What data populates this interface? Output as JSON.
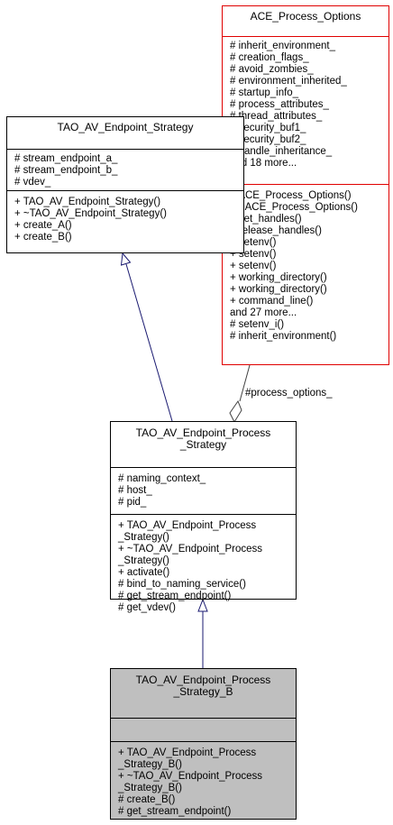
{
  "classes": {
    "options": {
      "title": "ACE_Process_Options",
      "attributes": [
        "# inherit_environment_",
        "# creation_flags_",
        "# avoid_zombies_",
        "# environment_inherited_",
        "# startup_info_",
        "# process_attributes_",
        "# thread_attributes_",
        "# security_buf1_",
        "# security_buf2_",
        "# handle_inheritance_",
        "and 18 more..."
      ],
      "operations": [
        "+ ACE_Process_Options()",
        "+ ~ACE_Process_Options()",
        "+ set_handles()",
        "+ release_handles()",
        "+ setenv()",
        "+ setenv()",
        "+ setenv()",
        "+ working_directory()",
        "+ working_directory()",
        "+ command_line()",
        "and 27 more...",
        "# setenv_i()",
        "# inherit_environment()"
      ]
    },
    "strategy": {
      "title": "TAO_AV_Endpoint_Strategy",
      "attributes": [
        "# stream_endpoint_a_",
        "# stream_endpoint_b_",
        "# vdev_"
      ],
      "operations": [
        "+ TAO_AV_Endpoint_Strategy()",
        "+ ~TAO_AV_Endpoint_Strategy()",
        "+ create_A()",
        "+ create_B()"
      ]
    },
    "process": {
      "title_lines": [
        "TAO_AV_Endpoint_Process",
        "_Strategy"
      ],
      "attributes": [
        "# naming_context_",
        "# host_",
        "# pid_"
      ],
      "operations": [
        "+ TAO_AV_Endpoint_Process",
        "_Strategy()",
        "+ ~TAO_AV_Endpoint_Process",
        "_Strategy()",
        "+ activate()",
        "# bind_to_naming_service()",
        "# get_stream_endpoint()",
        "# get_vdev()"
      ]
    },
    "process_b": {
      "title_lines": [
        "TAO_AV_Endpoint_Process",
        "_Strategy_B"
      ],
      "attributes": [],
      "operations": [
        "+ TAO_AV_Endpoint_Process",
        "_Strategy_B()",
        "+ ~TAO_AV_Endpoint_Process",
        "_Strategy_B()",
        "# create_B()",
        "# get_stream_endpoint()"
      ]
    }
  },
  "edges": {
    "composition_label": "#process_options_"
  },
  "colors": {
    "inheritance_edge": "#191970",
    "composition_edge": "#404040",
    "external_class_border": "#e00000",
    "current_class_fill": "#bfbfbf"
  }
}
